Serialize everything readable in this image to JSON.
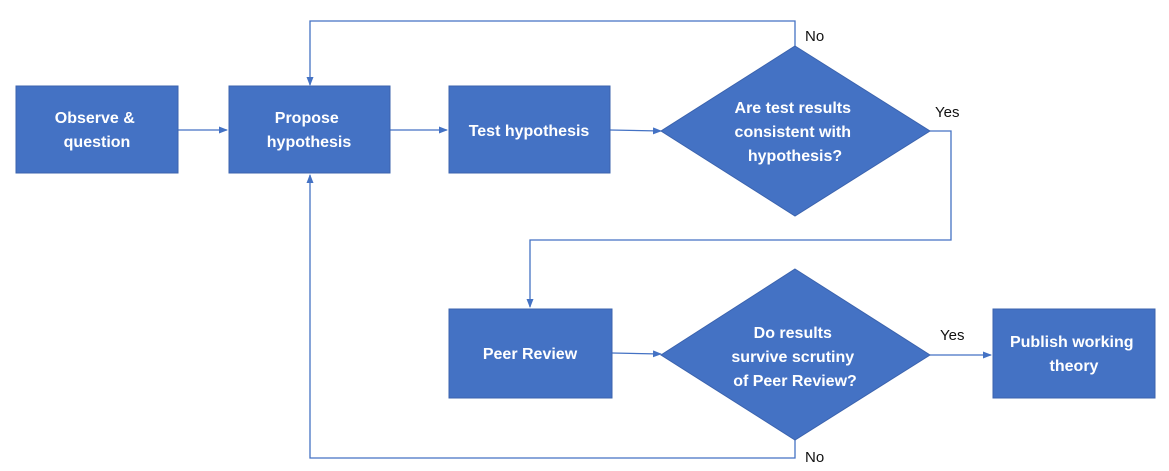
{
  "colors": {
    "node_fill": "#4472C4",
    "node_stroke": "#3B63AE",
    "connector": "#4472C4",
    "node_text": "#FFFFFF",
    "label_text": "#111111"
  },
  "nodes": {
    "observe": {
      "lines": [
        "Observe &",
        "question"
      ]
    },
    "propose": {
      "lines": [
        "Propose",
        "hypothesis"
      ]
    },
    "test": {
      "lines": [
        "Test hypothesis"
      ]
    },
    "decision1": {
      "lines": [
        "Are test results",
        "consistent with",
        "hypothesis?"
      ]
    },
    "peer": {
      "lines": [
        "Peer Review"
      ]
    },
    "decision2": {
      "lines": [
        "Do results",
        "survive scrutiny",
        "of Peer Review?"
      ]
    },
    "publish": {
      "lines": [
        "Publish working",
        "theory"
      ]
    }
  },
  "edge_labels": {
    "d1_no": "No",
    "d1_yes": "Yes",
    "d2_yes": "Yes",
    "d2_no": "No"
  }
}
